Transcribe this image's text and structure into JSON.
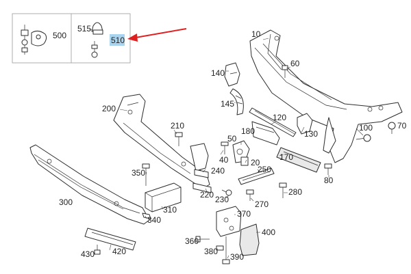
{
  "highlight_color": "#a9d4ef",
  "arrow_color": "#e02020",
  "callouts": {
    "c500": "500",
    "c515": "515",
    "c510": "510",
    "c10": "10",
    "c60": "60",
    "c140": "140",
    "c145": "145",
    "c120": "120",
    "c130": "130",
    "c100": "100",
    "c70": "70",
    "c200": "200",
    "c210": "210",
    "c180": "180",
    "c50": "50",
    "c40": "40",
    "c20": "20",
    "c170": "170",
    "c250": "250",
    "c240": "240",
    "c350": "350",
    "c80": "80",
    "c300": "300",
    "c220": "220",
    "c230": "230",
    "c280": "280",
    "c270": "270",
    "c310": "310",
    "c340": "340",
    "c370": "370",
    "c400": "400",
    "c360": "360",
    "c380": "380",
    "c390": "390",
    "c430": "430",
    "c420": "420"
  },
  "icons": {
    "arrow": "red-pointer-arrow",
    "highlight": "selected-part-highlight"
  }
}
